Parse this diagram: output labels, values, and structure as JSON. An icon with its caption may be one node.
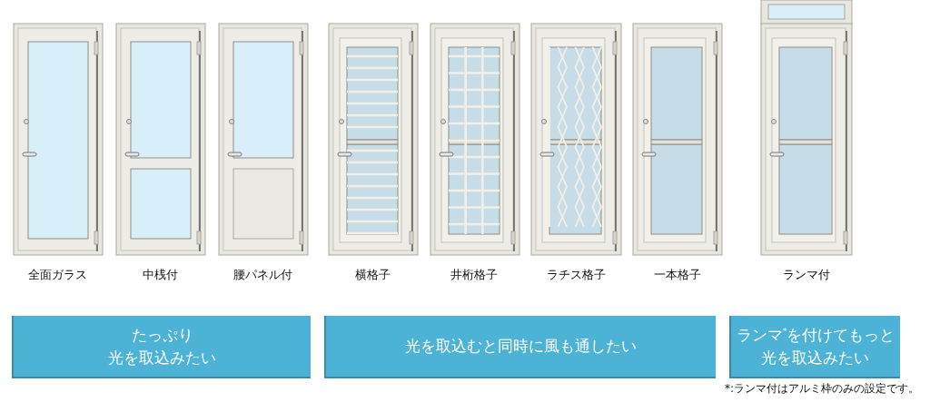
{
  "diagram": {
    "nodes": [
      {
        "text": [
          "たっぷり光を取込みたい"
        ]
      },
      {
        "text": [
          "光を取込むと同時に風も通したい"
        ]
      },
      {
        "text": [
          "ランマ$^{*}$を付けてもっと光を取込みたい"
        ]
      }
    ],
    "edges": [],
    "labels": [
      "全面ガラス",
      "中桟付",
      "腰パネル付",
      "横格子",
      "井桁格子",
      "ラチス格子",
      "一本格子",
      "ランマ付",
      "*:ランマ付はアルミ枠のみの設定です。"
    ]
  }
}
